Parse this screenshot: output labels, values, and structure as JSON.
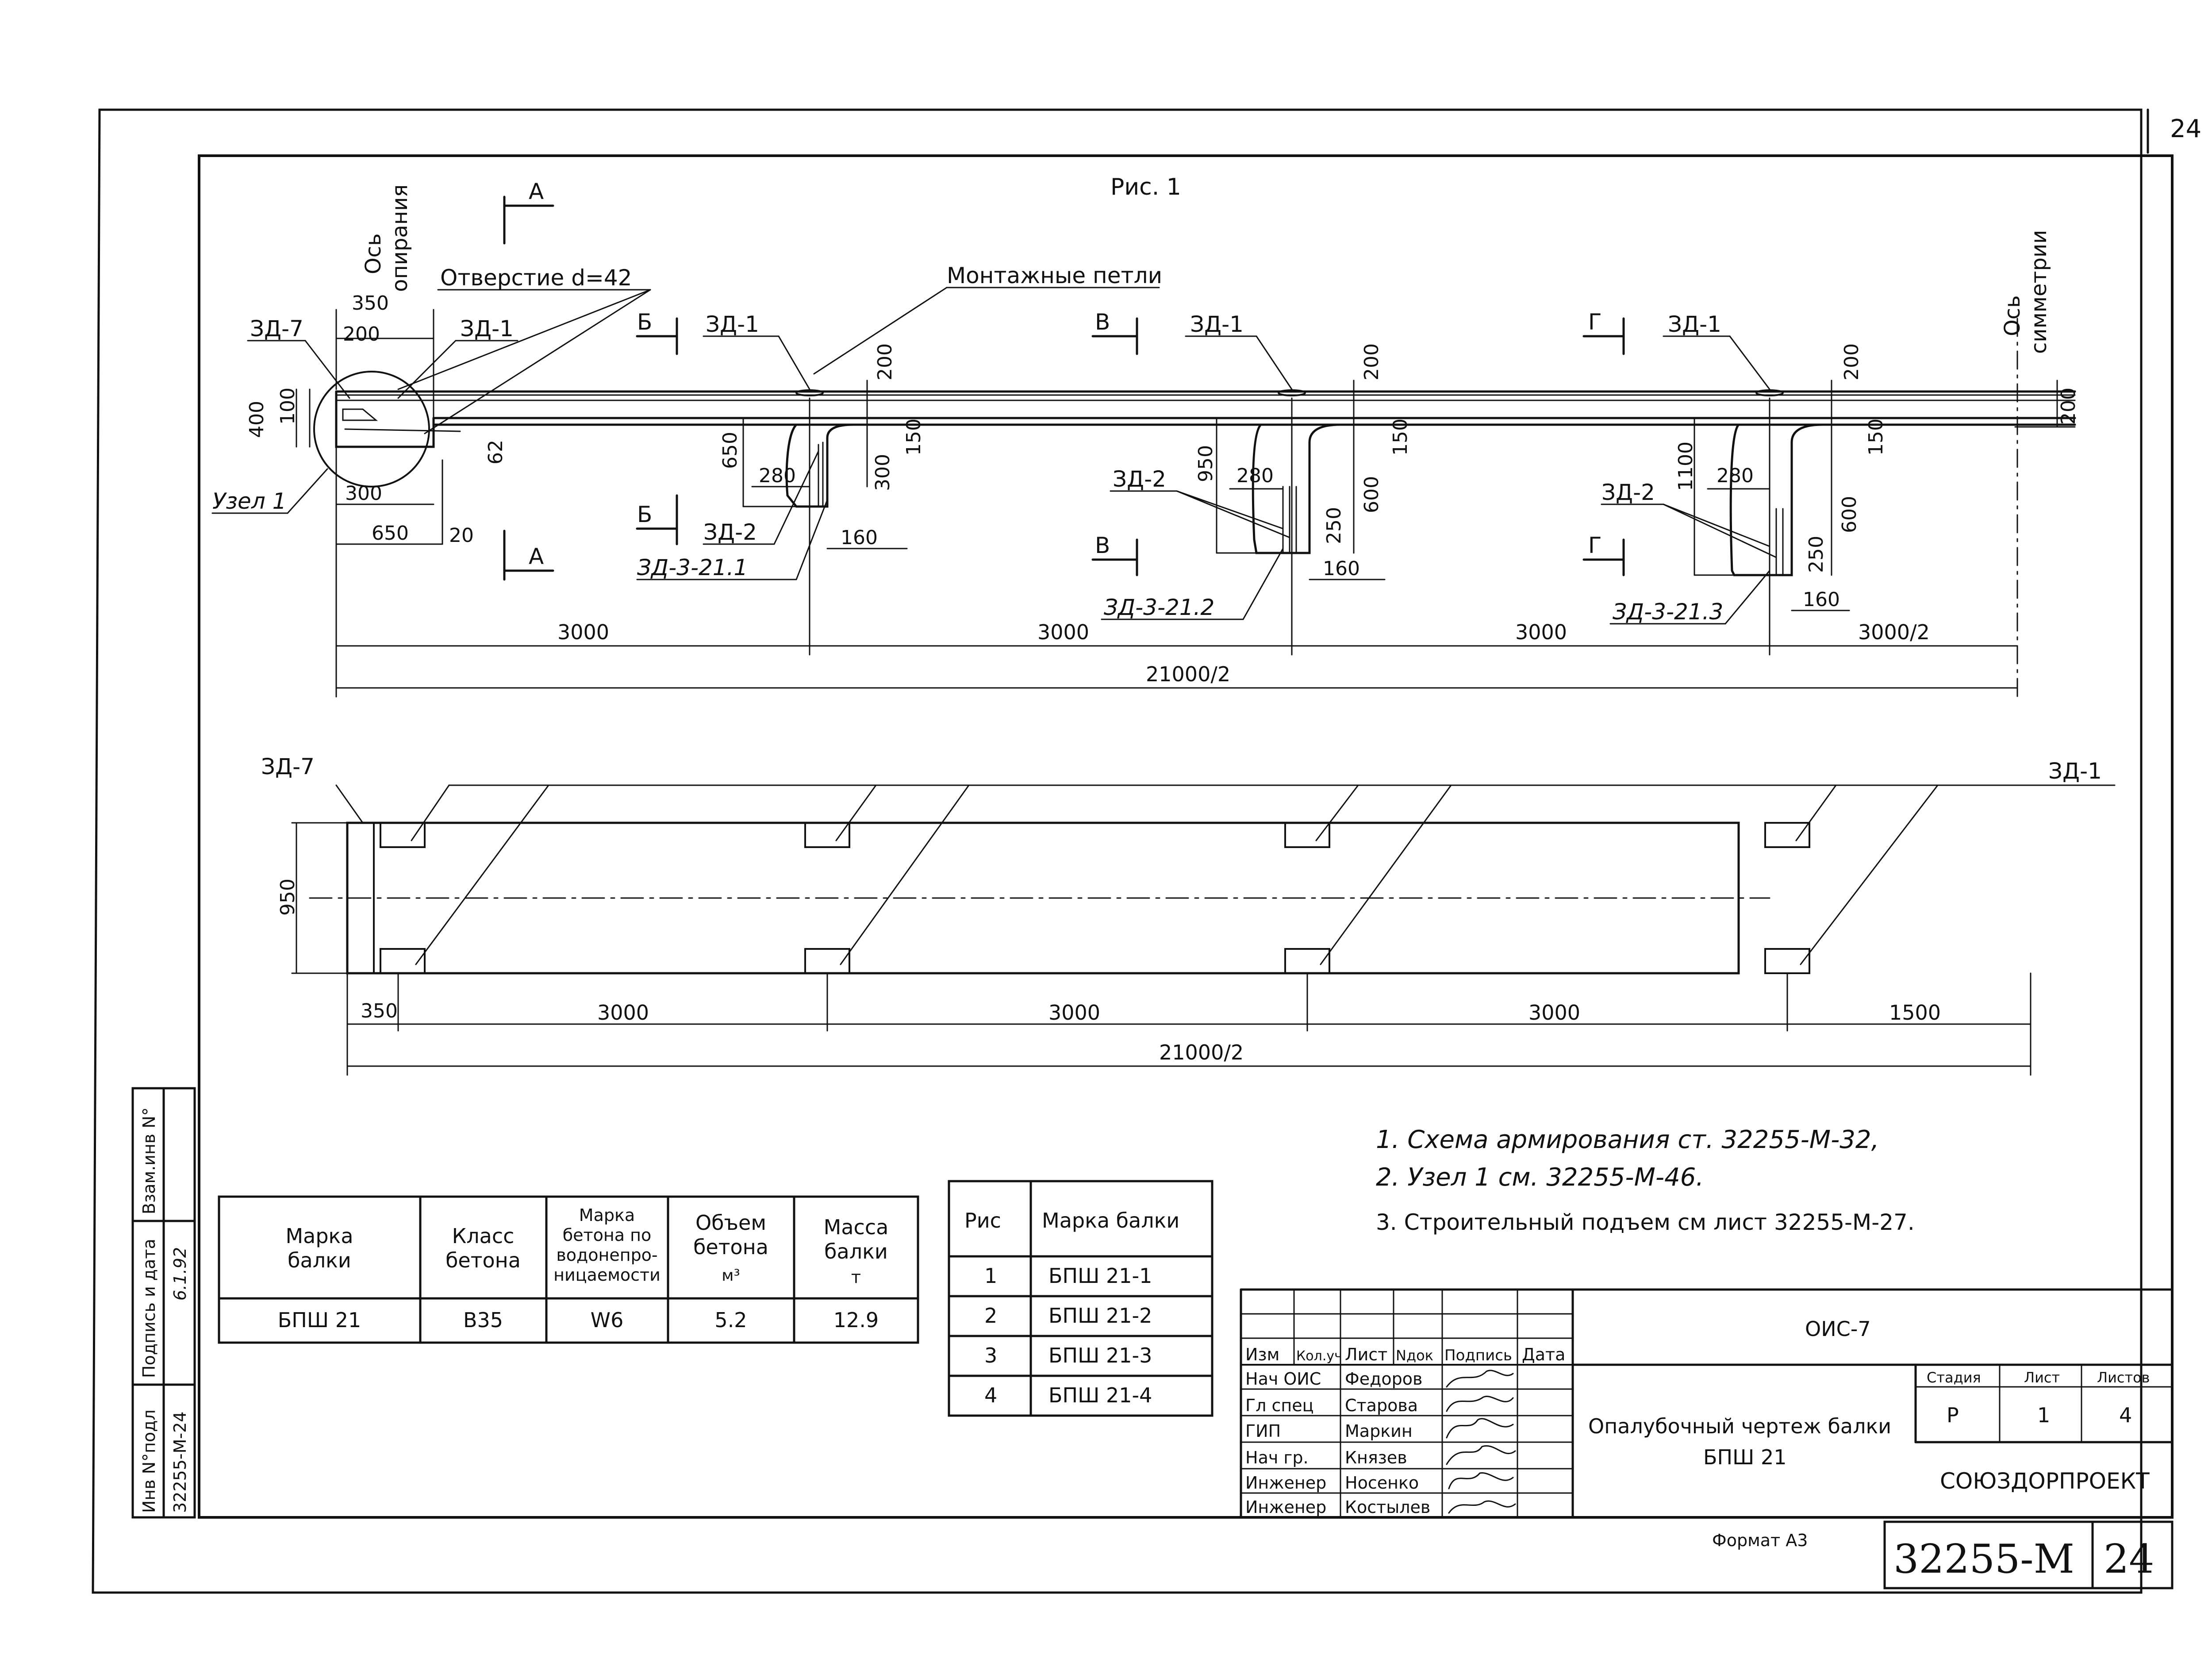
{
  "sheet_number": "24",
  "sheet_number_corner": "24",
  "figure_title": "Рис. 1",
  "labels": {
    "axis_support": "Ось опирания",
    "axis_support_1": "Ось",
    "axis_support_2": "опирания",
    "axis_symmetry_1": "Ось",
    "axis_symmetry_2": "симметрии",
    "hole": "Отверстие d=42",
    "mounting_loops": "Монтажные петли",
    "node": "Узел 1",
    "zd7": "ЗД-7",
    "zd1": "ЗД-1",
    "zd2": "ЗД-2",
    "zd3_1": "ЗД-3-21.1",
    "zd3_2": "ЗД-3-21.2",
    "zd3_3": "ЗД-3-21.3",
    "sec_a": "А",
    "sec_b": "Б",
    "sec_v": "В",
    "sec_g": "Г"
  },
  "dims": {
    "d350": "350",
    "d200": "200",
    "d100": "100",
    "d400": "400",
    "d300": "300",
    "d650": "650",
    "d20": "20",
    "d62": "62",
    "d150": "150",
    "d160": "160",
    "d950": "950",
    "d600": "600",
    "d250": "250",
    "d1100": "1100",
    "d3000": "3000",
    "d3000_2": "3000/2",
    "d21000_2": "21000/2",
    "d1500": "1500"
  },
  "notes": [
    "1. Схема армирования ст. 32255-М-32,",
    "2. Узел 1 см. 32255-М-46.",
    "3. Строительный подъем см лист 32255-М-27."
  ],
  "beam_table": {
    "headers": [
      [
        "Марка",
        "балки"
      ],
      [
        "Класс",
        "бетона"
      ],
      [
        "Марка",
        "бетона по",
        "водонепро-",
        "ницаемости"
      ],
      [
        "Объем",
        "бетона",
        "м³"
      ],
      [
        "Масса",
        "балки",
        "т"
      ]
    ],
    "row": [
      "БПШ 21",
      "В35",
      "W6",
      "5.2",
      "12.9"
    ]
  },
  "fig_table": {
    "headers": [
      "Рис",
      "Марка балки"
    ],
    "rows": [
      [
        "1",
        "БПШ 21-1"
      ],
      [
        "2",
        "БПШ 21-2"
      ],
      [
        "3",
        "БПШ 21-3"
      ],
      [
        "4",
        "БПШ 21-4"
      ]
    ]
  },
  "title_block": {
    "cols": [
      "Изм",
      "Кол.уч",
      "Лист",
      "Nдок",
      "Подпись",
      "Дата"
    ],
    "people": [
      [
        "Нач ОИС",
        "Федоров"
      ],
      [
        "Гл спец",
        "Старова"
      ],
      [
        "ГИП",
        "Маркин"
      ],
      [
        "Нач гр.",
        "Князев"
      ],
      [
        "Инженер",
        "Носенко"
      ],
      [
        "Инженер",
        "Костылев"
      ]
    ],
    "org_code": "ОИС-7",
    "title_1": "Опалубочный чертеж балки",
    "title_2": "БПШ 21",
    "stage_label": "Стадия",
    "sheet_label": "Лист",
    "sheets_label": "Листов",
    "stage": "Р",
    "sheet": "1",
    "sheets": "4",
    "company": "СОЮЗДОРПРОЕКТ",
    "doc_code": "32255-М",
    "sheet_no": "24",
    "format": "Формат А3"
  },
  "side_stamp": {
    "inv_sub": "Инв N°подл",
    "sign_date": "Подпись и дата",
    "inv_repl": "Взам.инв N°",
    "inv_value": "32255-М-24",
    "date_value": "6.1.92"
  }
}
